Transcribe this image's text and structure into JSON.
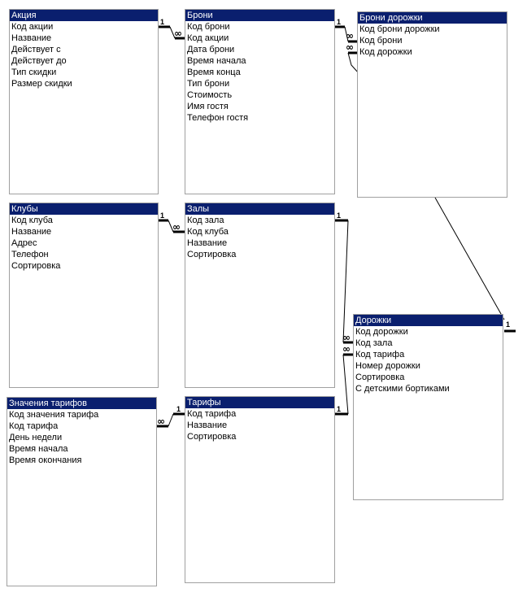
{
  "colors": {
    "title_bar": "#0a1f6e",
    "background": "#ffffff",
    "border": "#a0a0a0"
  },
  "cardinality": {
    "one": "1",
    "many": "∞"
  },
  "tables": {
    "akciya": {
      "title": "Акция",
      "fields": [
        "Код акции",
        "Название",
        "Действует с",
        "Действует до",
        "Тип скидки",
        "Размер скидки"
      ]
    },
    "broni": {
      "title": "Брони",
      "fields": [
        "Код брони",
        "Код акции",
        "Дата брони",
        "Время начала",
        "Время конца",
        "Тип брони",
        "Стоимость",
        "Имя гостя",
        "Телефон гостя"
      ]
    },
    "broni_dorozhki": {
      "title": "Брони дорожки",
      "fields": [
        "Код брони дорожки",
        "Код брони",
        "Код дорожки"
      ]
    },
    "kluby": {
      "title": "Клубы",
      "fields": [
        "Код клуба",
        "Название",
        "Адрес",
        "Телефон",
        "Сортировка"
      ]
    },
    "zaly": {
      "title": "Залы",
      "fields": [
        "Код зала",
        "Код клуба",
        "Название",
        "Сортировка"
      ]
    },
    "dorozhki": {
      "title": "Дорожки",
      "fields": [
        "Код дорожки",
        "Код зала",
        "Код тарифа",
        "Номер дорожки",
        "Сортировка",
        "С детскими бортиками"
      ]
    },
    "znacheniya_tarifov": {
      "title": "Значения тарифов",
      "fields": [
        "Код значения тарифа",
        "Код тарифа",
        "День недели",
        "Время начала",
        "Время окончания"
      ]
    },
    "tarify": {
      "title": "Тарифы",
      "fields": [
        "Код тарифа",
        "Название",
        "Сортировка"
      ]
    }
  }
}
